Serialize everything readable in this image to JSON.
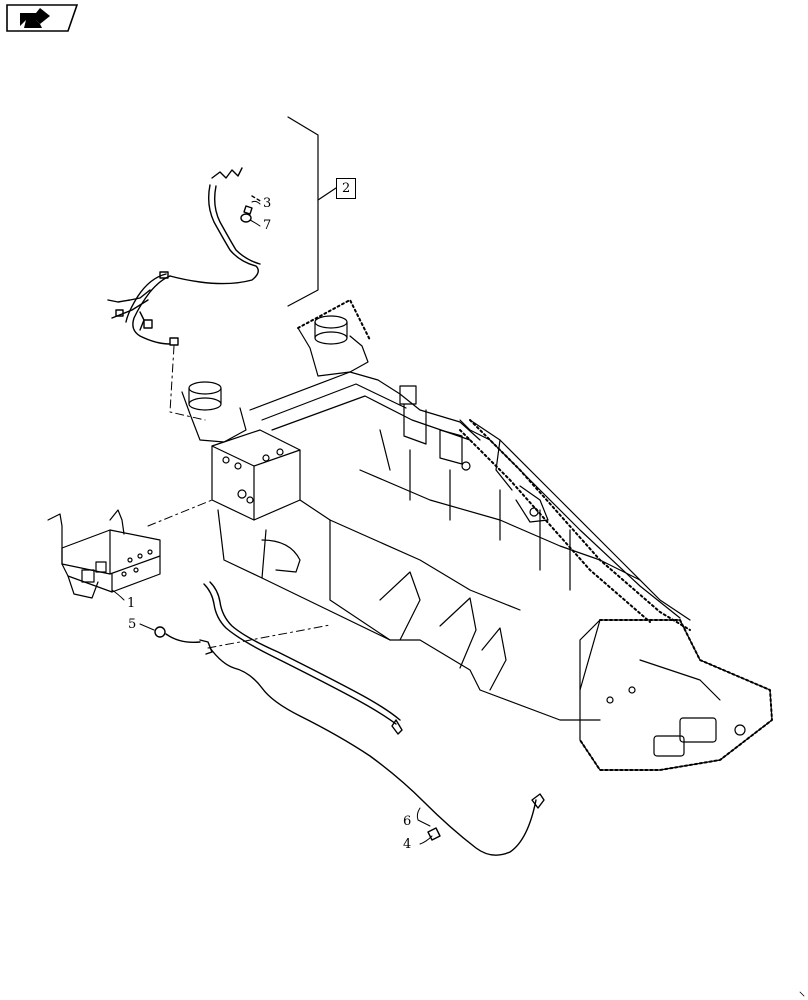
{
  "nav": {
    "icon": "navigate-back-icon"
  },
  "callouts": {
    "c1": "1",
    "c2": "2",
    "c3": "3",
    "c4": "4",
    "c5": "5",
    "c6": "6",
    "c7": "7"
  }
}
